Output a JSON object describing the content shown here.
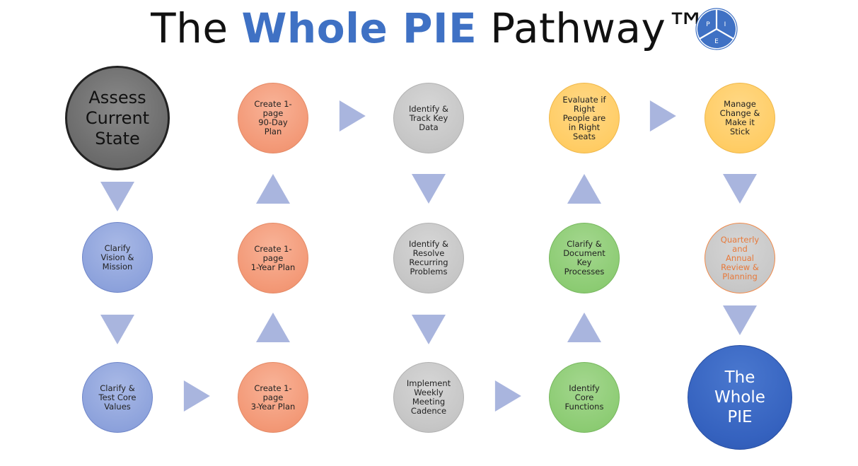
{
  "title": {
    "prefix": "The ",
    "highlight": "Whole PIE",
    "suffix": " Pathway™"
  },
  "logo": {
    "letters": [
      "P",
      "I",
      "E"
    ],
    "color": "#3f71c4"
  },
  "colors": {
    "blue": "#8ea3dc",
    "orange": "#f39977",
    "gray": "#c6c6c6",
    "green": "#8dcc74",
    "yellow": "#ffcd66",
    "dark_gray": "#6b6b6b",
    "final_blue": "#3562bf",
    "arrow": "#a7b3dd"
  },
  "nodes": {
    "assess": "Assess\nCurrent\nState",
    "clarify_vision": "Clarify\nVision &\nMission",
    "clarify_values": "Clarify &\nTest Core\nValues",
    "plan_3yr": "Create 1-\npage\n3-Year Plan",
    "plan_1yr": "Create 1-\npage\n1-Year Plan",
    "plan_90day": "Create 1-\npage\n90-Day\nPlan",
    "track_data": "Identify &\nTrack Key\nData",
    "recurring_problems": "Identify &\nResolve\nRecurring\nProblems",
    "weekly_cadence": "Implement\nWeekly\nMeeting\nCadence",
    "core_functions": "Identify\nCore\nFunctions",
    "key_processes": "Clarify &\nDocument\nKey\nProcesses",
    "right_people": "Evaluate if\nRight\nPeople are\nin Right\nSeats",
    "manage_change": "Manage\nChange &\nMake it\nStick",
    "quarterly_review": "Quarterly\nand\nAnnual\nReview &\nPlanning",
    "whole_pie": "The\nWhole\nPIE"
  }
}
